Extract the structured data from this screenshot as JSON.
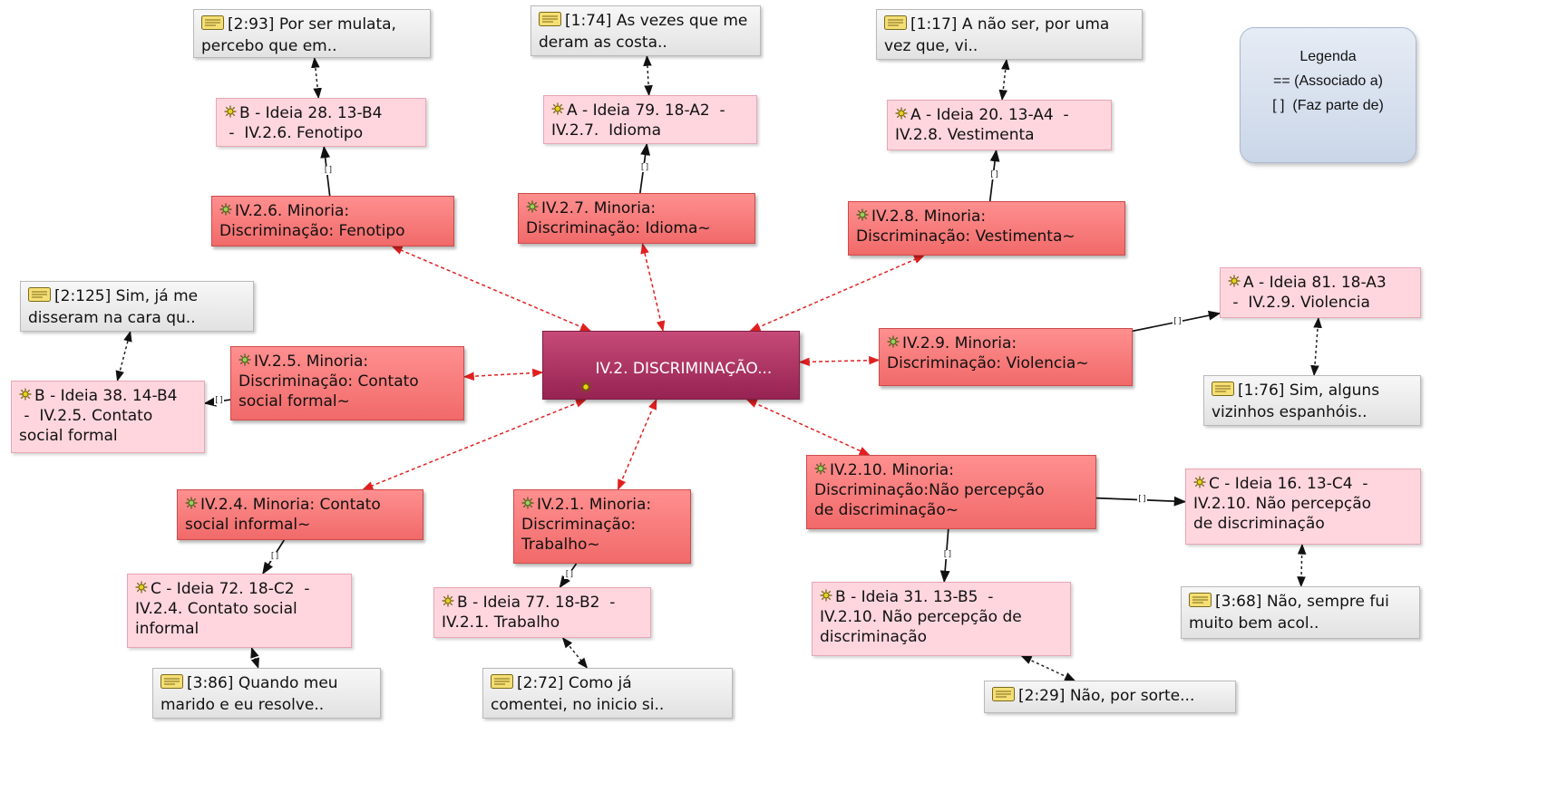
{
  "center": {
    "label": "IV.2. DISCRIMINAÇÃO..."
  },
  "legend": {
    "title": "Legenda",
    "line1": "== (Associado a)",
    "line2": "[ ]  (Faz parte de)"
  },
  "relation_label": "[]",
  "nodes": [
    {
      "id": "q-2-93",
      "label": "[2:93] Por ser mulata,\npercebo que em..",
      "kind": "quote"
    },
    {
      "id": "q-1-74",
      "label": "[1:74] As vezes que me\nderam as costa..",
      "kind": "quote"
    },
    {
      "id": "q-1-17",
      "label": "[1:17] A não ser, por uma\nvez que, vi..",
      "kind": "quote"
    },
    {
      "id": "i-b28",
      "label": "B - Ideia 28. 13-B4\n -  IV.2.6. Fenotipo",
      "kind": "idea"
    },
    {
      "id": "i-a79",
      "label": "A - Ideia 79. 18-A2  -\nIV.2.7.  Idioma",
      "kind": "idea"
    },
    {
      "id": "i-a20",
      "label": "A - Ideia 20. 13-A4  -\nIV.2.8. Vestimenta",
      "kind": "idea"
    },
    {
      "id": "c-fenotipo",
      "label": "IV.2.6. Minoria:\nDiscriminação: Fenotipo",
      "kind": "code"
    },
    {
      "id": "c-idioma",
      "label": "IV.2.7. Minoria:\nDiscriminação: Idioma~",
      "kind": "code"
    },
    {
      "id": "c-vestimenta",
      "label": "IV.2.8. Minoria:\nDiscriminação: Vestimenta~",
      "kind": "code"
    },
    {
      "id": "q-2-125",
      "label": "[2:125] Sim, já me\ndisseram na cara qu..",
      "kind": "quote"
    },
    {
      "id": "i-a81",
      "label": "A - Ideia 81. 18-A3\n -  IV.2.9. Violencia",
      "kind": "idea"
    },
    {
      "id": "c-contato-formal",
      "label": "IV.2.5. Minoria:\nDiscriminação: Contato\nsocial formal~",
      "kind": "code"
    },
    {
      "id": "c-violencia",
      "label": "IV.2.9. Minoria:\nDiscriminação: Violencia~",
      "kind": "code"
    },
    {
      "id": "i-b38",
      "label": "B - Ideia 38. 14-B4\n -  IV.2.5. Contato\nsocial formal",
      "kind": "idea"
    },
    {
      "id": "q-1-76",
      "label": "[1:76] Sim, alguns\nvizinhos espanhóis..",
      "kind": "quote"
    },
    {
      "id": "c-nao-percepcao",
      "label": "IV.2.10. Minoria:\nDiscriminação:Não percepção\nde discriminação~",
      "kind": "code"
    },
    {
      "id": "i-c16",
      "label": "C - Ideia 16. 13-C4  -\nIV.2.10. Não percepção\nde discriminação",
      "kind": "idea"
    },
    {
      "id": "c-contato-informal",
      "label": "IV.2.4. Minoria: Contato\nsocial informal~",
      "kind": "code"
    },
    {
      "id": "c-trabalho",
      "label": "IV.2.1. Minoria:\nDiscriminação:\nTrabalho~",
      "kind": "code"
    },
    {
      "id": "i-c72",
      "label": "C - Ideia 72. 18-C2  -\nIV.2.4. Contato social\ninformal",
      "kind": "idea"
    },
    {
      "id": "i-b77",
      "label": "B - Ideia 77. 18-B2  -\nIV.2.1. Trabalho",
      "kind": "idea"
    },
    {
      "id": "i-b31",
      "label": "B - Ideia 31. 13-B5  -\nIV.2.10. Não percepção de\ndiscriminação",
      "kind": "idea"
    },
    {
      "id": "q-3-68",
      "label": "[3:68] Não, sempre fui\nmuito bem acol..",
      "kind": "quote"
    },
    {
      "id": "q-3-86",
      "label": "[3:86] Quando meu\nmarido e eu resolve..",
      "kind": "quote"
    },
    {
      "id": "q-2-72",
      "label": "[2:72] Como já\ncomentei, no inicio si..",
      "kind": "quote"
    },
    {
      "id": "q-2-29",
      "label": "[2:29] Não, por sorte...",
      "kind": "quote"
    }
  ],
  "edges": [
    {
      "from": "center",
      "to": "c-fenotipo",
      "type": "associated"
    },
    {
      "from": "center",
      "to": "c-idioma",
      "type": "associated"
    },
    {
      "from": "center",
      "to": "c-vestimenta",
      "type": "associated"
    },
    {
      "from": "center",
      "to": "c-contato-formal",
      "type": "associated"
    },
    {
      "from": "center",
      "to": "c-violencia",
      "type": "associated"
    },
    {
      "from": "center",
      "to": "c-contato-informal",
      "type": "associated"
    },
    {
      "from": "center",
      "to": "c-trabalho",
      "type": "associated"
    },
    {
      "from": "center",
      "to": "c-nao-percepcao",
      "type": "associated"
    },
    {
      "from": "c-fenotipo",
      "to": "i-b28",
      "type": "part-of"
    },
    {
      "from": "c-idioma",
      "to": "i-a79",
      "type": "part-of"
    },
    {
      "from": "c-vestimenta",
      "to": "i-a20",
      "type": "part-of"
    },
    {
      "from": "c-contato-formal",
      "to": "i-b38",
      "type": "part-of"
    },
    {
      "from": "c-violencia",
      "to": "i-a81",
      "type": "part-of"
    },
    {
      "from": "c-contato-informal",
      "to": "i-c72",
      "type": "part-of"
    },
    {
      "from": "c-trabalho",
      "to": "i-b77",
      "type": "part-of"
    },
    {
      "from": "c-nao-percepcao",
      "to": "i-c16",
      "type": "part-of"
    },
    {
      "from": "c-nao-percepcao",
      "to": "i-b31",
      "type": "part-of"
    },
    {
      "from": "i-b28",
      "to": "q-2-93",
      "type": "quote-link"
    },
    {
      "from": "i-a79",
      "to": "q-1-74",
      "type": "quote-link"
    },
    {
      "from": "i-a20",
      "to": "q-1-17",
      "type": "quote-link"
    },
    {
      "from": "i-b38",
      "to": "q-2-125",
      "type": "quote-link"
    },
    {
      "from": "i-a81",
      "to": "q-1-76",
      "type": "quote-link"
    },
    {
      "from": "i-c16",
      "to": "q-3-68",
      "type": "quote-link"
    },
    {
      "from": "i-c72",
      "to": "q-3-86",
      "type": "quote-link"
    },
    {
      "from": "i-b77",
      "to": "q-2-72",
      "type": "quote-link"
    },
    {
      "from": "i-b31",
      "to": "q-2-29",
      "type": "quote-link"
    }
  ]
}
